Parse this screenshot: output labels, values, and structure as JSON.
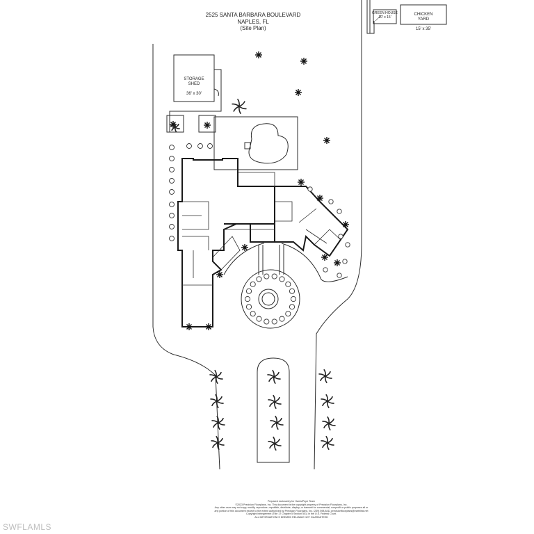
{
  "plan": {
    "title_lines": [
      "2525 SANTA BARBARA BOULEVARD",
      "NAPLES, FL",
      "(Site Plan)"
    ],
    "storage_shed": {
      "name": "STORAGE\nSHED",
      "size": "36' x 30'"
    },
    "green_house": {
      "name": "GREEN HOUSE",
      "size": "10' x 15'"
    },
    "chicken_yard": {
      "name": "CHICKEN\nYARD",
      "size": "15' x 35'"
    }
  },
  "footer": {
    "lines": [
      "Prepared exclusively for Harris/Pepe Team",
      "©2023 Precision Floorplans, Inc.  This document is the copyright property of Precision Floorplans, Inc.",
      "Any other user may not copy, modify, reproduce, republish, distribute, display, or transmit for commercial, nonprofit or public purposes all or",
      "any portion of this document except to the extent authorized by Precision Floorplans, Inc. (239) 598-8411 precisionfloorplans@earthlink.net",
      "Copyright Infringement (Title 17 Chapter 5 Section 501) in the U.S. Federal Court.",
      "ALL INFORMATION IS DEEMED RELIABLE NOT GUARANTEED"
    ]
  },
  "watermark": "SWFLAMLS"
}
